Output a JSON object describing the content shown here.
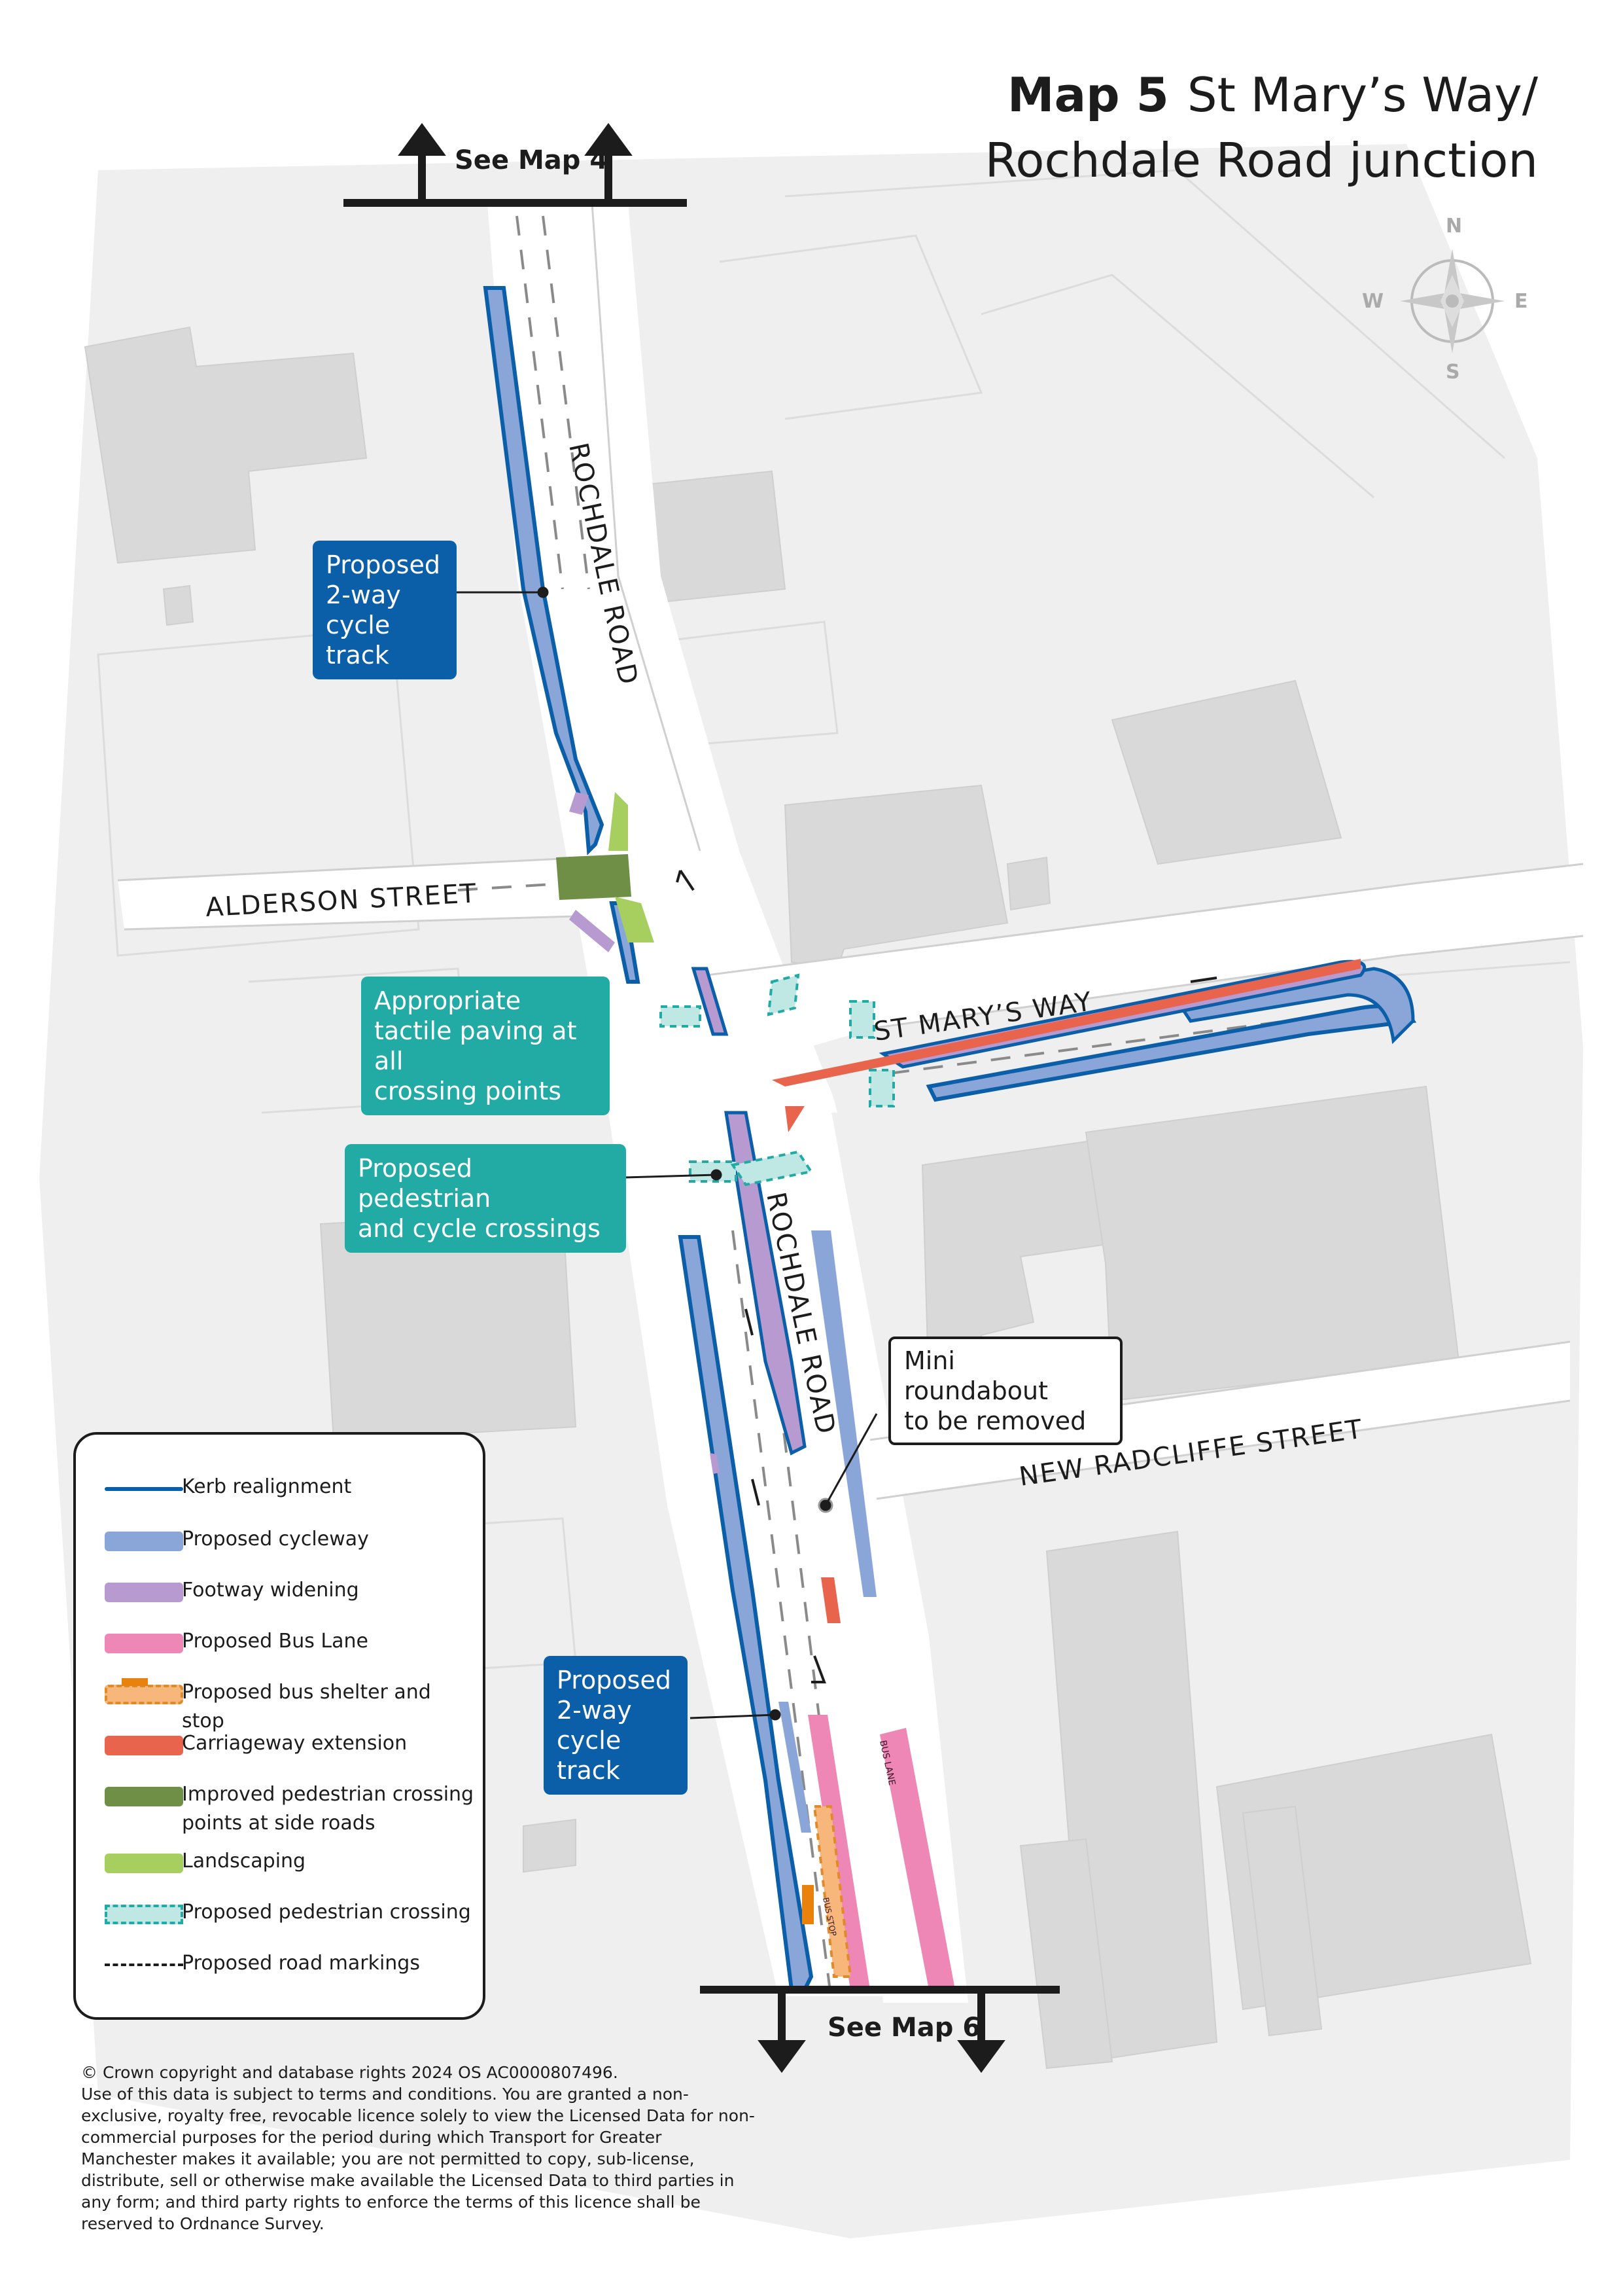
{
  "title": {
    "map_number": "Map 5",
    "line1": "St Mary’s Way/",
    "line2": "Rochdale Road junction"
  },
  "compass": {
    "n": "N",
    "e": "E",
    "s": "S",
    "w": "W"
  },
  "navigation": {
    "north": "See Map 4",
    "south": "See Map 6"
  },
  "roads": {
    "rochdale_north": "ROCHDALE ROAD",
    "rochdale_south": "ROCHDALE ROAD",
    "alderson": "ALDERSON STREET",
    "st_marys": "ST MARY’S WAY",
    "new_radcliffe": "NEW RADCLIFFE STREET"
  },
  "markings": {
    "bus_lane": "BUS LANE",
    "bus_stop": "BUS STOP"
  },
  "callouts": {
    "cycle_track_north": [
      "Proposed",
      "2-way",
      "cycle track"
    ],
    "tactile": [
      "Appropriate",
      "tactile paving at all",
      "crossing points"
    ],
    "ped_cycle": [
      "Proposed pedestrian",
      "and cycle crossings"
    ],
    "roundabout": [
      "Mini roundabout",
      "to be removed"
    ],
    "cycle_track_south": [
      "Proposed",
      "2-way",
      "cycle track"
    ]
  },
  "legend": [
    {
      "label": "Kerb realignment",
      "symbol": "line",
      "color": "#0b5ea8"
    },
    {
      "label": "Proposed cycleway",
      "symbol": "bar",
      "color": "#8aa6d8"
    },
    {
      "label": "Footway widening",
      "symbol": "bar",
      "color": "#b79bd0"
    },
    {
      "label": "Proposed Bus Lane",
      "symbol": "bar",
      "color": "#ee86b6"
    },
    {
      "label": "Proposed bus shelter and stop",
      "symbol": "bus-stop",
      "color": "#f7b77a"
    },
    {
      "label": "Carriageway extension",
      "symbol": "bar",
      "color": "#e8644c"
    },
    {
      "label": "Improved pedestrian crossing points at side roads",
      "symbol": "bar",
      "color": "#6f8f46"
    },
    {
      "label": "Landscaping",
      "symbol": "bar",
      "color": "#a6cf5f"
    },
    {
      "label": "Proposed pedestrian crossing",
      "symbol": "dashed-box",
      "color": "#bfe7e4"
    },
    {
      "label": "Proposed road markings",
      "symbol": "dash-line",
      "color": "#1c1c1c"
    }
  ],
  "copyright": {
    "line1": "© Crown copyright and database rights 2024 OS AC0000807496.",
    "body": "Use of this data is subject to terms and conditions. You are granted a non-exclusive, royalty free, revocable licence solely to view the Licensed Data for non-commercial purposes for the period during which Transport for Greater Manchester makes it available; you are not permitted to copy, sub-license, distribute, sell or otherwise make available the Licensed Data to third parties in any form; and third party rights to enforce the terms of this licence shall be reserved to Ordnance Survey."
  }
}
